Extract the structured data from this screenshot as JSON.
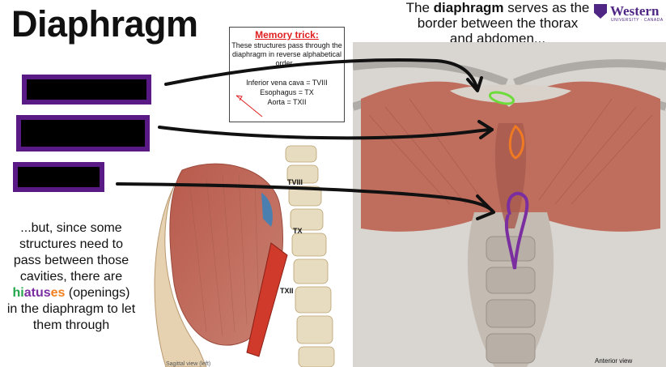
{
  "title": "Diaphragm",
  "logo": {
    "name": "Western",
    "sub": "UNIVERSITY · CANADA"
  },
  "intro": {
    "pre": "The ",
    "bold": "diaphragm",
    "post": " serves as the border between the thorax and abdomen..."
  },
  "memory": {
    "heading": "Memory trick:",
    "description": "These structures pass through the diaphragm in reverse alphabetical order...",
    "items": [
      "Inferior vena cava = TVIII",
      "Esophagus = TX",
      "Aorta = TXII"
    ]
  },
  "redacted_labels": [
    "",
    "",
    ""
  ],
  "explanation": {
    "pre": "...but, since some structures need to pass between those cavities, there are ",
    "hiatus": [
      "hi",
      "atus",
      "es"
    ],
    "post": " (openings) in the diaphragm to let them through"
  },
  "vertebra_labels": [
    "TVIII",
    "TX",
    "TXII"
  ],
  "captions": {
    "anterior": "Anterior view",
    "sagittal": "Sagittal view (left)"
  },
  "colors": {
    "ivc": "#6ddc3a",
    "esophagus": "#f07a22",
    "aorta": "#7a2ea0",
    "brand": "#4f2683",
    "memory_heading": "#e02020"
  }
}
